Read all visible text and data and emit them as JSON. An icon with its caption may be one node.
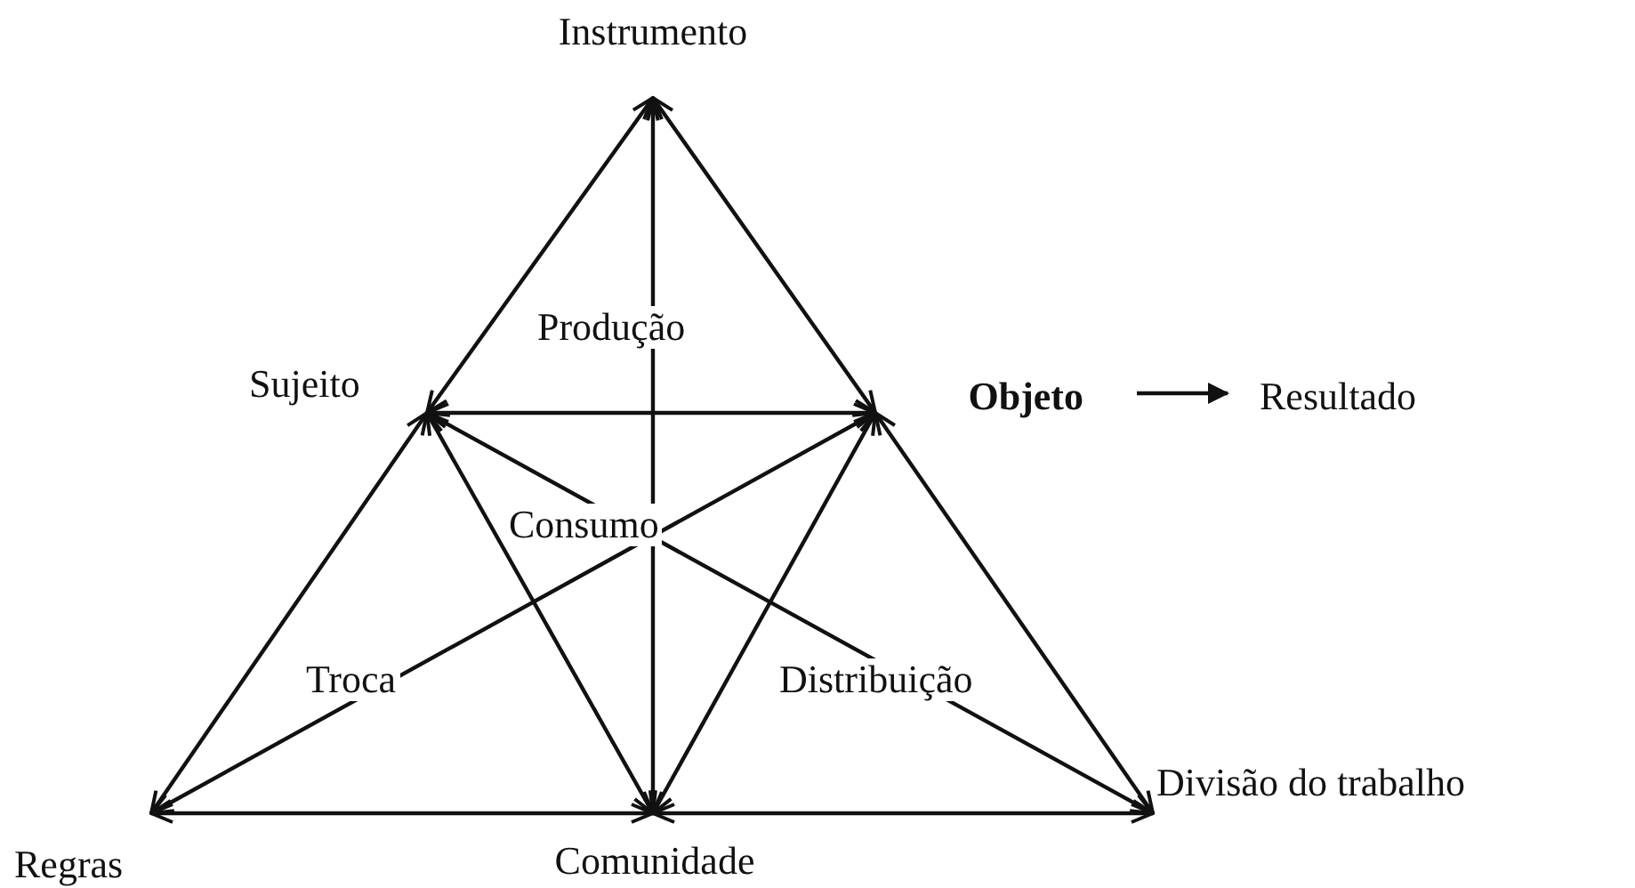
{
  "diagram": {
    "nodes": [
      {
        "text": [
          "Instrumento"
        ]
      },
      {
        "text": [
          "Sujeito"
        ]
      },
      {
        "text": [
          "Objeto"
        ]
      },
      {
        "text": [
          "Resultado"
        ]
      },
      {
        "text": [
          "Regras"
        ]
      },
      {
        "text": [
          "Comunidade"
        ]
      },
      {
        "text": [
          "Divisão do trabalho"
        ]
      }
    ],
    "edges": [
      {
        "from": 0,
        "to": 1,
        "arrow": "both"
      },
      {
        "from": 0,
        "to": 2,
        "arrow": "both"
      },
      {
        "from": 0,
        "to": 5,
        "arrow": "both"
      },
      {
        "from": 1,
        "to": 2,
        "arrow": "both"
      },
      {
        "from": 1,
        "to": 4,
        "arrow": "both"
      },
      {
        "from": 1,
        "to": 5,
        "arrow": "both"
      },
      {
        "from": 1,
        "to": 6,
        "arrow": "both"
      },
      {
        "from": 2,
        "to": 5,
        "arrow": "both"
      },
      {
        "from": 2,
        "to": 4,
        "arrow": "both"
      },
      {
        "from": 2,
        "to": 6,
        "arrow": "both"
      },
      {
        "from": 2,
        "to": 3,
        "arrow": "to"
      },
      {
        "from": 4,
        "to": 5,
        "arrow": "both"
      },
      {
        "from": 5,
        "to": 6,
        "arrow": "both"
      }
    ],
    "labels": [
      "Produção",
      "Consumo",
      "Troca",
      "Distribuição"
    ]
  }
}
